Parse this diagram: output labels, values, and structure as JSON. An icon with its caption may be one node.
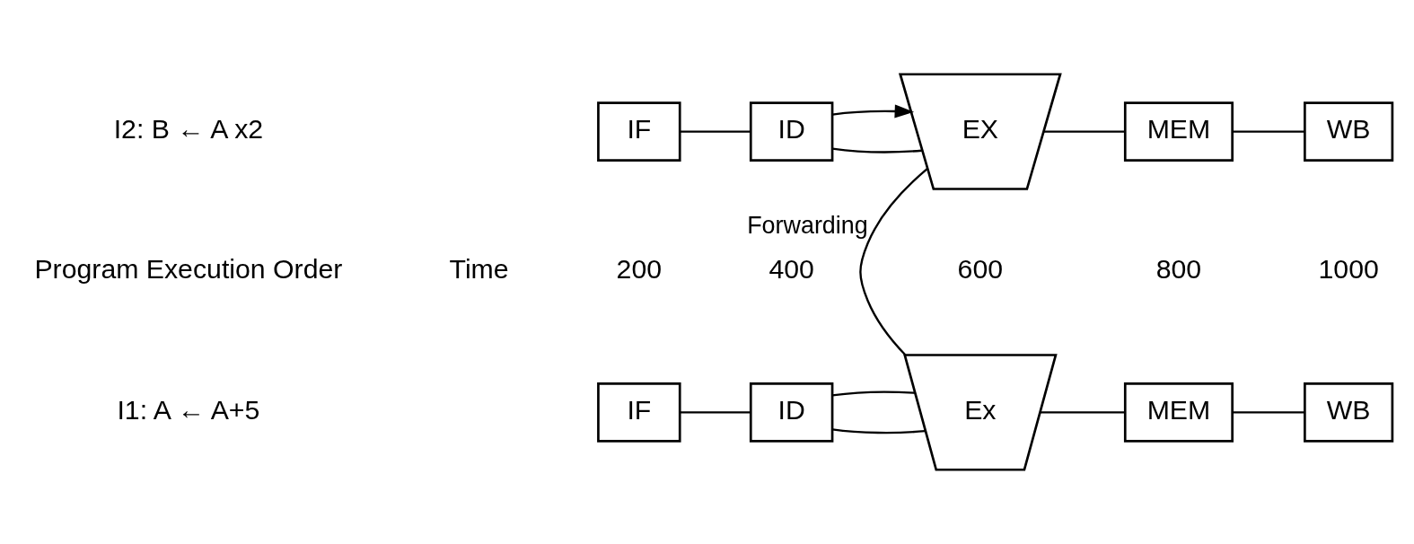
{
  "diagram": {
    "nodes": [
      {
        "text": [
          "IF"
        ]
      },
      {
        "text": [
          "ID"
        ]
      },
      {
        "text": [
          "Ex"
        ]
      },
      {
        "text": [
          "MEM"
        ]
      },
      {
        "text": [
          "WB"
        ]
      },
      {
        "text": [
          "IF"
        ]
      },
      {
        "text": [
          "ID"
        ]
      },
      {
        "text": [
          "EX"
        ]
      },
      {
        "text": [
          "MEM"
        ]
      },
      {
        "text": [
          "WB"
        ]
      }
    ],
    "edges": [
      {
        "from": 0,
        "to": 1,
        "arrow": "none"
      },
      {
        "from": 1,
        "to": 2,
        "arrow": "none"
      },
      {
        "from": 1,
        "to": 2,
        "arrow": "none"
      },
      {
        "from": 2,
        "to": 3,
        "arrow": "none"
      },
      {
        "from": 3,
        "to": 4,
        "arrow": "none"
      },
      {
        "from": 2,
        "to": 7,
        "arrow": "none",
        "label": "Forwarding"
      },
      {
        "from": 5,
        "to": 6,
        "arrow": "none"
      },
      {
        "from": 6,
        "to": 7,
        "arrow": "none"
      },
      {
        "from": 6,
        "to": 7,
        "arrow": "to"
      },
      {
        "from": 7,
        "to": 8,
        "arrow": "none"
      },
      {
        "from": 8,
        "to": 9,
        "arrow": "none"
      }
    ],
    "labels": [
      "Program Execution Order",
      "Time",
      "200",
      "400",
      "600",
      "800",
      "1000",
      "I1: A ← A+5",
      "I2: B ← A x2"
    ]
  }
}
